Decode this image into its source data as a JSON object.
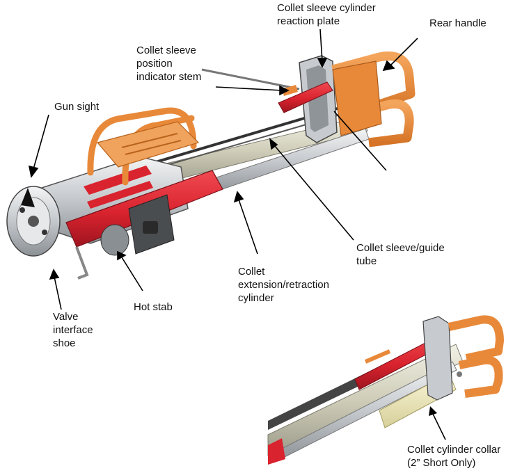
{
  "labels": {
    "reaction_plate": "Collet sleeve cylinder\nreaction plate",
    "rear_handle": "Rear handle",
    "indicator_stem": "Collet sleeve\nposition\nindicator stem",
    "gun_sight": "Gun sight",
    "guide_tube": "Collet sleeve/guide\ntube",
    "ext_cylinder": "Collet\nextension/retraction\ncylinder",
    "hot_stab": "Hot stab",
    "interface_shoe": "Valve\ninterface\nshoe",
    "cylinder_collar": "Collet cylinder collar\n(2” Short Only)"
  },
  "colors": {
    "orange": "#e8893a",
    "red": "#d9232e",
    "silver": "#c9cdd1",
    "dark": "#2b2b2b",
    "tube": "#d8d6c4"
  }
}
